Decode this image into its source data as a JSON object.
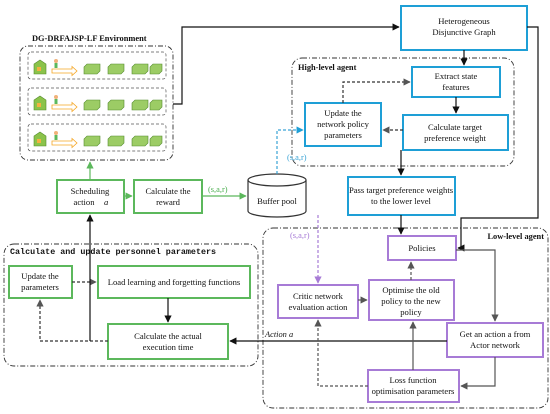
{
  "colors": {
    "green": "#5cb85c",
    "blue": "#1e9fd6",
    "purple": "#a77bd6",
    "black": "#111111",
    "grey_dash": "#666666"
  },
  "environment": {
    "title": "DG-DRFAJSP-LF Environment"
  },
  "high_level_agent": {
    "title": "High-level agent",
    "update_params": [
      "Update the",
      "network policy",
      "parameters"
    ],
    "extract_state": [
      "Extract state",
      "features"
    ],
    "calc_target": [
      "Calculate target",
      "preference weight"
    ]
  },
  "graph": {
    "label": [
      "Heterogeneous",
      "Disjunctive Graph"
    ]
  },
  "pass_weights": [
    "Pass target preference weights",
    "to the lower level"
  ],
  "scheduling": {
    "action": [
      "Scheduling",
      "action"
    ],
    "action_var": "a",
    "reward": [
      "Calculate the",
      "reward"
    ]
  },
  "buffer": {
    "label": "Buffer pool"
  },
  "flow_labels": {
    "sar_green": "(s,a,r)",
    "sar_blue": "(s,a,r)",
    "sar_purple": "(s,a,r)",
    "action_a": "Action a"
  },
  "personnel": {
    "title": "Calculate and update personnel parameters",
    "update": [
      "Update the",
      "parameters"
    ],
    "load": "Load learning and forgetting functions",
    "actual": [
      "Calculate the actual",
      "execution time"
    ]
  },
  "low_level_agent": {
    "title": "Low-level agent",
    "policies": "Policies",
    "critic": [
      "Critic network",
      "evaluation action"
    ],
    "optimise": [
      "Optimise the old",
      "policy to the new",
      "policy"
    ],
    "get_action": [
      "Get an action a from",
      "Actor network"
    ],
    "loss": [
      "Loss function",
      "optimisation parameters"
    ]
  }
}
